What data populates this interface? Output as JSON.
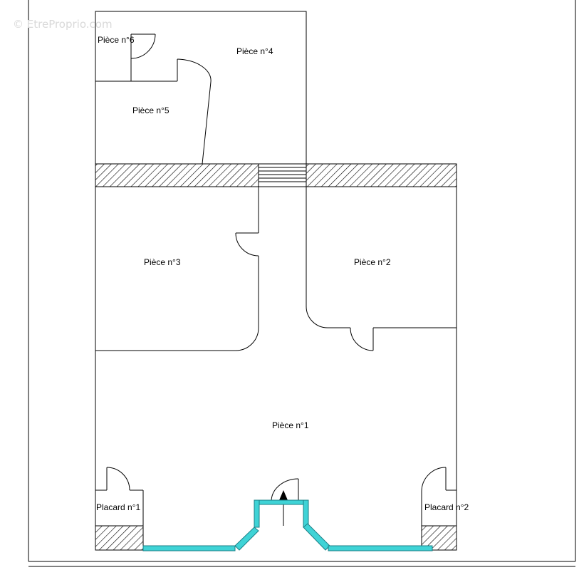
{
  "watermark": "© EtreProprio.com",
  "rooms": {
    "piece_1": "Pièce n°1",
    "piece_2": "Pièce n°2",
    "piece_3": "Pièce n°3",
    "piece_4": "Pièce n°4",
    "piece_5": "Pièce n°5",
    "piece_6": "Pièce n°6",
    "placard_1": "Placard n°1",
    "placard_2": "Placard n°2"
  },
  "colors": {
    "wall": "#000000",
    "window": "#3fd3d6",
    "window_edge": "#1a7f86",
    "watermark": "#d9d9d9"
  },
  "icons": {
    "entrance": "entrance-arrow-icon"
  }
}
